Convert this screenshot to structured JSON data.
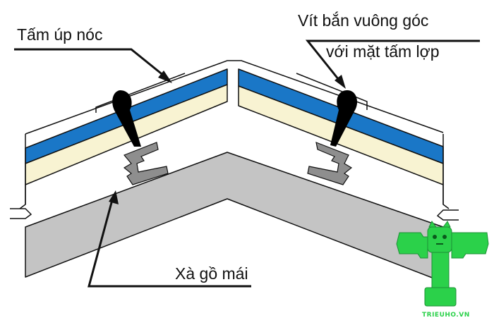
{
  "labels": {
    "ridge_cap": "Tấm úp nóc",
    "screw_line1": "Vít bắn vuông góc",
    "screw_line2": "với mặt tấm lợp",
    "purlin": "Xà gồ mái"
  },
  "watermark": {
    "text": "TRIEUHO.VN",
    "icon": "tiger-logo-icon"
  },
  "colors": {
    "blue_layer": "#1a77c7",
    "cream_layer": "#f8f3d2",
    "gray_purlin": "#c4c4c4",
    "bracket": "#8e8e8e",
    "screw": "#000000",
    "logo": "#2bd14a"
  }
}
